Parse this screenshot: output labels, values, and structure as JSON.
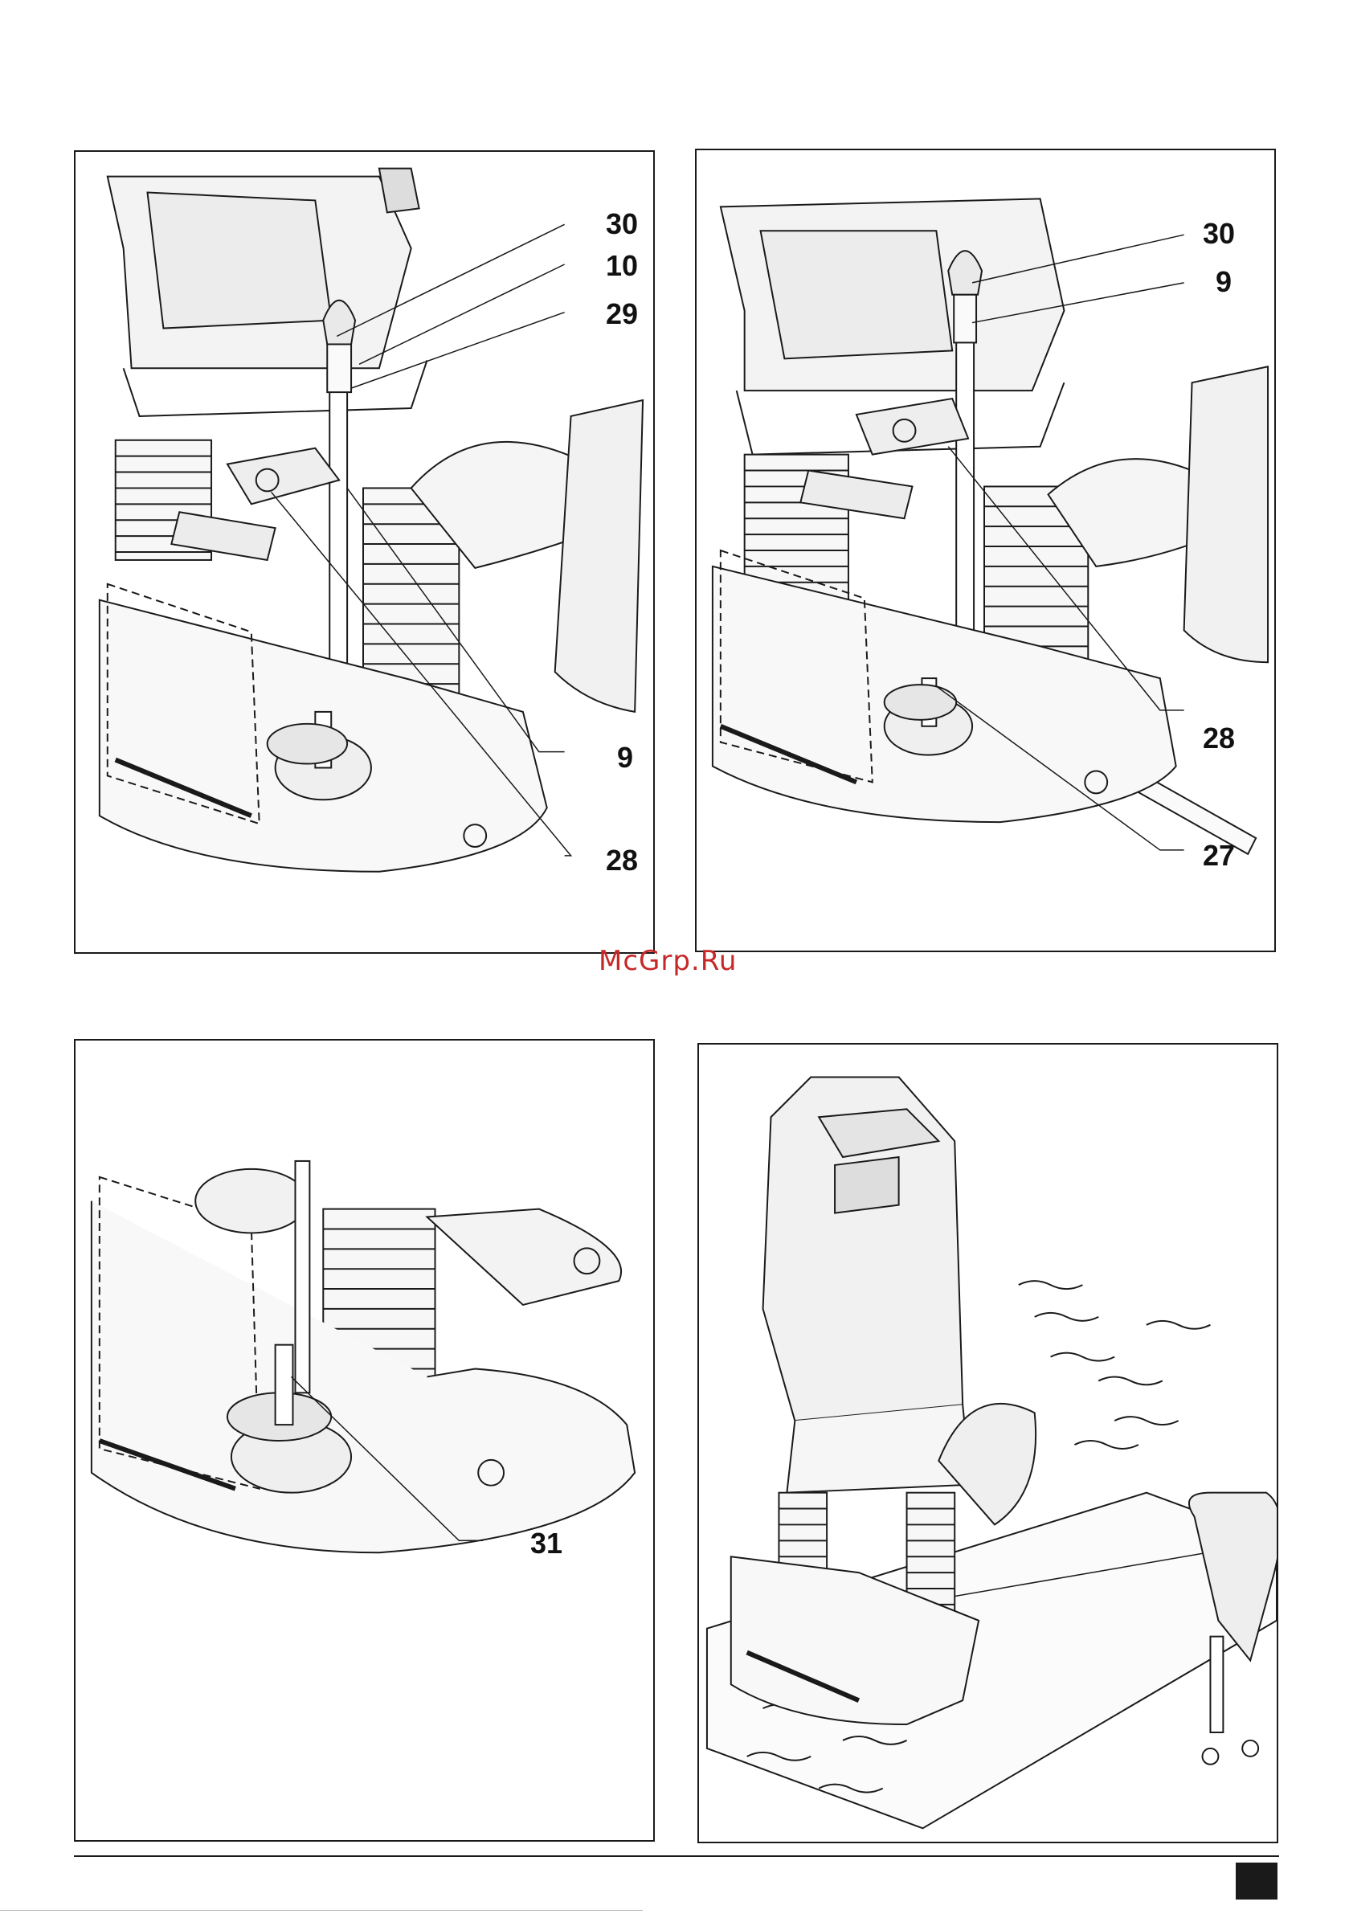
{
  "watermark": "McGrp.Ru",
  "figures": [
    {
      "id": "fig-a",
      "callouts": [
        "30",
        "10",
        "29",
        "9",
        "28"
      ]
    },
    {
      "id": "fig-b",
      "callouts": [
        "30",
        "9",
        "28",
        "27"
      ]
    },
    {
      "id": "fig-c",
      "callouts": [
        "31"
      ]
    },
    {
      "id": "fig-d",
      "callouts": []
    }
  ],
  "icons": [
    "router-illustration",
    "depth-rod-illustration",
    "collet-nut-illustration",
    "workbench-clamp-illustration"
  ],
  "colors": {
    "line": "#1a1a1a",
    "watermark": "#c62828"
  }
}
